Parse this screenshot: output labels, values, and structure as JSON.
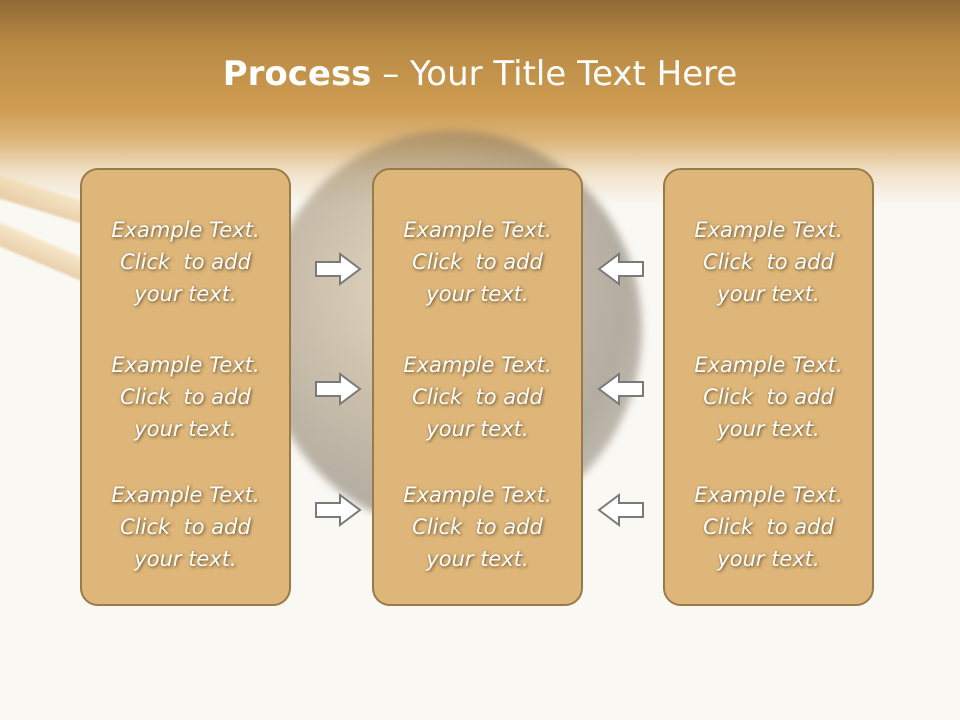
{
  "slide": {
    "title_bold": "Process",
    "title_rest": " – Your Title Text Here",
    "columns": [
      {
        "items": [
          {
            "line1": "Example Text.",
            "line2": "Click  to add",
            "line3": "your text."
          },
          {
            "line1": "Example Text.",
            "line2": "Click  to add",
            "line3": "your text."
          },
          {
            "line1": "Example Text.",
            "line2": "Click  to add",
            "line3": "your text."
          }
        ]
      },
      {
        "items": [
          {
            "line1": "Example Text.",
            "line2": "Click  to add",
            "line3": "your text."
          },
          {
            "line1": "Example Text.",
            "line2": "Click  to add",
            "line3": "your text."
          },
          {
            "line1": "Example Text.",
            "line2": "Click  to add",
            "line3": "your text."
          }
        ]
      },
      {
        "items": [
          {
            "line1": "Example Text.",
            "line2": "Click  to add",
            "line3": "your text."
          },
          {
            "line1": "Example Text.",
            "line2": "Click  to add",
            "line3": "your text."
          },
          {
            "line1": "Example Text.",
            "line2": "Click  to add",
            "line3": "your text."
          }
        ]
      }
    ],
    "arrows": {
      "left_to_center": [
        "arrow-right-icon",
        "arrow-right-icon",
        "arrow-right-icon"
      ],
      "right_to_center": [
        "arrow-left-icon",
        "arrow-left-icon",
        "arrow-left-icon"
      ]
    },
    "colors": {
      "header_band": "#cf9d52",
      "box_fill": "#dfb679",
      "box_border": "#9a7a48",
      "text": "#ffffff",
      "arrow_fill": "#ffffff",
      "arrow_stroke": "#7a7a7a"
    }
  }
}
